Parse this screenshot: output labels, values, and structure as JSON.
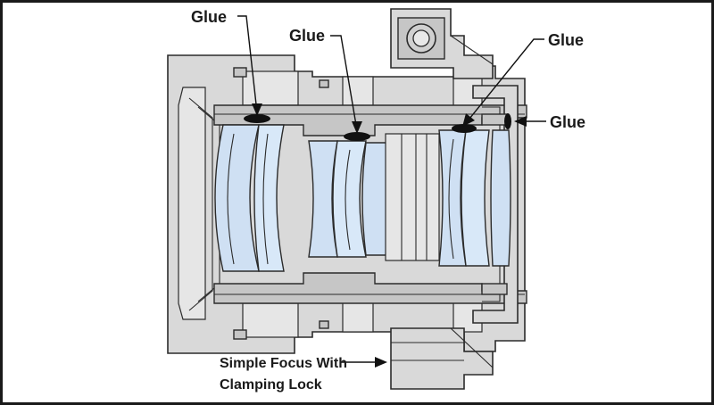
{
  "labels": {
    "glue_1": "Glue",
    "glue_2": "Glue",
    "glue_3": "Glue",
    "glue_4": "Glue",
    "focus_line1": "Simple Focus With",
    "focus_line2": "Clamping Lock"
  },
  "colors": {
    "metal": "#d9d9d9",
    "metal_dark": "#c6c6c6",
    "lens": "#cfe0f3",
    "glue": "#111111",
    "frame": "#1a1a1a"
  }
}
